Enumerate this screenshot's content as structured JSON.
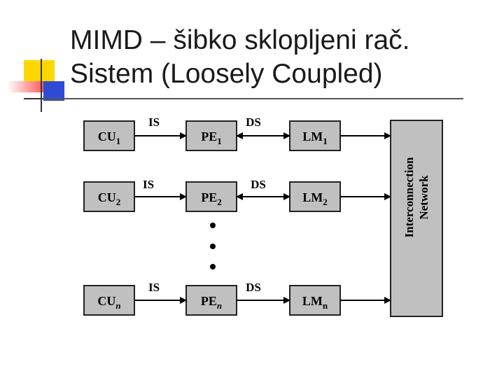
{
  "title": {
    "line1": "MIMD – šibko sklopljeni rač.",
    "line2": "Sistem (Loosely Coupled)"
  },
  "colors": {
    "box_fill": "#c0c0c0",
    "deco_yellow": "#ffd700",
    "deco_red": "#ff5555",
    "deco_blue": "#2f4bd6"
  },
  "diagram": {
    "rows": [
      {
        "cu": "CU",
        "cu_sub": "1",
        "pe": "PE",
        "pe_sub": "1",
        "lm": "LM",
        "lm_sub": "1",
        "is": "IS",
        "ds": "DS"
      },
      {
        "cu": "CU",
        "cu_sub": "2",
        "pe": "PE",
        "pe_sub": "2",
        "lm": "LM",
        "lm_sub": "2",
        "is": "IS",
        "ds": "DS"
      },
      {
        "cu": "CU",
        "cu_sub": "n",
        "pe": "PE",
        "pe_sub": "n",
        "lm": "LM",
        "lm_sub": "n",
        "is": "IS",
        "ds": "DS"
      }
    ],
    "network_line1": "Interconnection",
    "network_line2": "Network"
  }
}
